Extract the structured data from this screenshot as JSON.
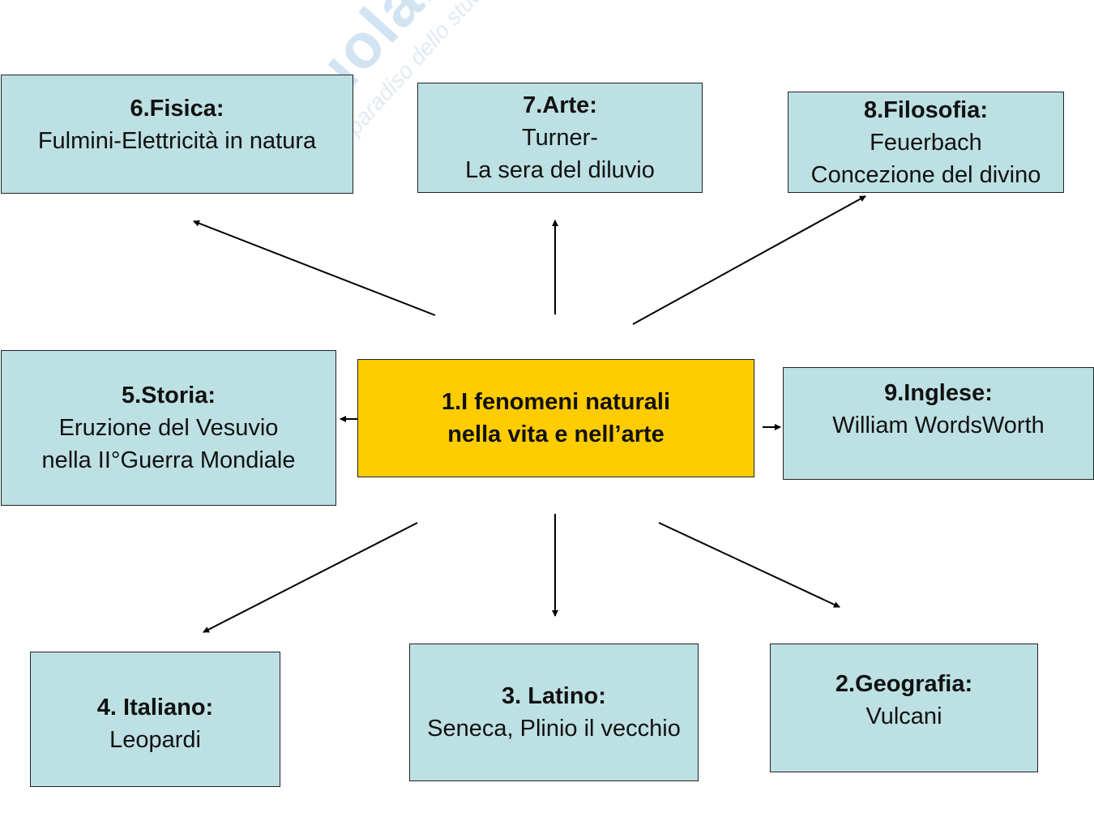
{
  "watermark": {
    "brand": "skuola.net",
    "tagline": "il paradiso dello studente"
  },
  "center": {
    "lines": [
      "1.I fenomeni naturali",
      "nella vita e nell’arte"
    ]
  },
  "nodes": {
    "fisica": {
      "title": "6.Fisica:",
      "lines": [
        "Fulmini-Elettricità in natura"
      ]
    },
    "arte": {
      "title": "7.Arte:",
      "lines": [
        "Turner-",
        "La sera del diluvio"
      ]
    },
    "filosofia": {
      "title": "8.Filosofia:",
      "lines": [
        "Feuerbach",
        "Concezione del divino"
      ]
    },
    "storia": {
      "title": "5.Storia:",
      "lines": [
        "Eruzione del Vesuvio",
        "nella II°Guerra Mondiale"
      ]
    },
    "inglese": {
      "title": "9.Inglese:",
      "lines": [
        "William WordsWorth"
      ]
    },
    "italiano": {
      "title": "4. Italiano:",
      "lines": [
        "Leopardi"
      ]
    },
    "latino": {
      "title": "3. Latino:",
      "lines": [
        "Seneca, Plinio il vecchio"
      ]
    },
    "geografia": {
      "title": "2.Geografia:",
      "lines": [
        "Vulcani"
      ]
    }
  },
  "colors": {
    "node": "#bde0e3",
    "center": "#ffcc00"
  }
}
